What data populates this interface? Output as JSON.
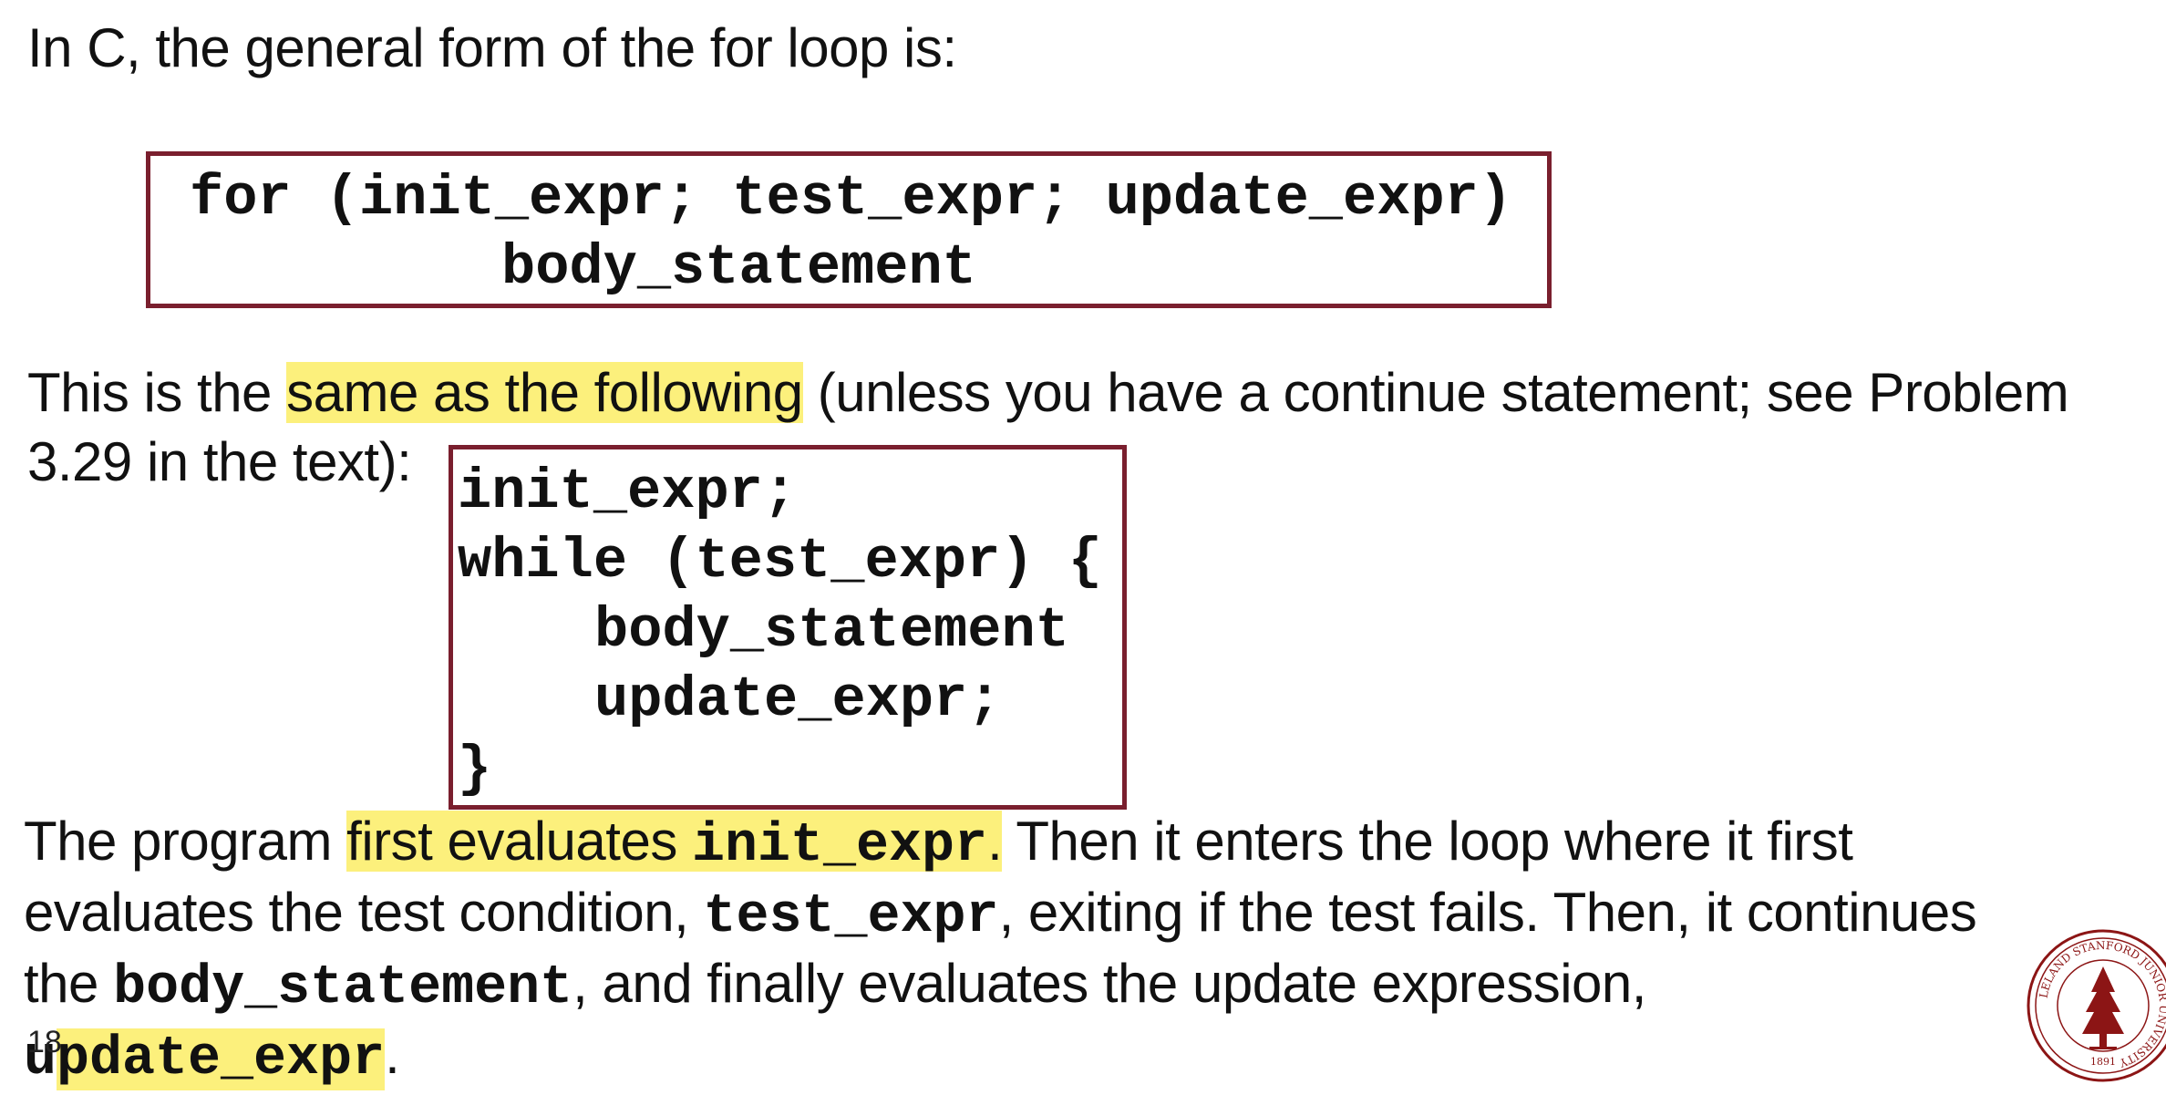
{
  "slide": {
    "intro": "In C, the general form of the for loop is:",
    "for_code": {
      "line1": "for (init_expr; test_expr; update_expr)",
      "line2": "body_statement"
    },
    "para2": {
      "before": "This is the ",
      "highlight": "same as the following",
      "after": " (unless you have a continue statement; see Problem",
      "line2": "3.29 in the text):"
    },
    "while_code": {
      "line1": "init_expr;",
      "line2": "while (test_expr) {",
      "line3": "body_statement",
      "line4": "update_expr;",
      "line5": "}"
    },
    "para3": {
      "l1_a": "The program ",
      "l1_hl": "first evaluates ",
      "l1_code": "init_expr",
      "l1_hl_end": ".",
      "l1_b": "  Then it enters the loop where it first",
      "l2_a": "evaluates the test condition, ",
      "l2_code": "test_expr",
      "l2_b": ", exiting if the test fails. Then, it continues",
      "l3_a": "the ",
      "l3_code": "body_statement",
      "l3_b": ", and finally evaluates the update expression,",
      "l4_code_first": "u",
      "l4_code_rest": "pdate_expr",
      "l4_end": "."
    },
    "slide_number": "18",
    "seal": {
      "top_text": "LELAND STANFORD JUNIOR UNIVERSITY",
      "year": "1891",
      "color": "#8c1515"
    },
    "colors": {
      "box_border": "#7a1f2e",
      "highlight": "#fcf07c"
    }
  }
}
